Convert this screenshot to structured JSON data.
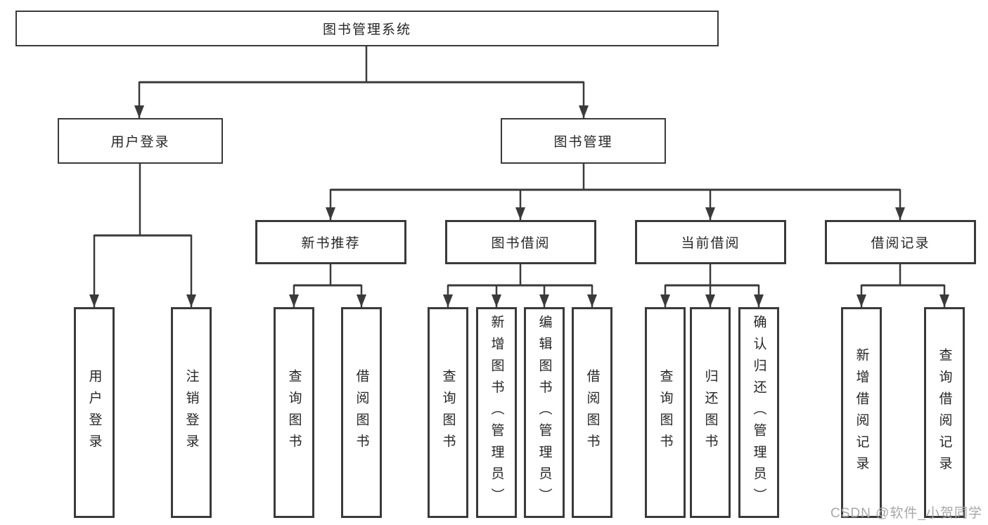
{
  "colors": {
    "line": "#3a3a3a",
    "text": "#262626",
    "background": "#ffffff",
    "watermark": "#a8a8a8"
  },
  "watermark": {
    "text": "CSDN @软件_小贺同学"
  },
  "tree": {
    "root": {
      "label": "图书管理系统"
    },
    "branches": [
      {
        "label": "用户登录",
        "children": [
          {
            "label": "用户登录"
          },
          {
            "label": "注销登录"
          }
        ]
      },
      {
        "label": "图书管理",
        "children": [
          {
            "label": "新书推荐",
            "children": [
              {
                "label": "查询图书"
              },
              {
                "label": "借阅图书"
              }
            ]
          },
          {
            "label": "图书借阅",
            "children": [
              {
                "label": "查询图书"
              },
              {
                "label": "新增图书（管理员）"
              },
              {
                "label": "编辑图书（管理员）"
              },
              {
                "label": "借阅图书"
              }
            ]
          },
          {
            "label": "当前借阅",
            "children": [
              {
                "label": "查询图书"
              },
              {
                "label": "归还图书"
              },
              {
                "label": "确认归还（管理员）"
              }
            ]
          },
          {
            "label": "借阅记录",
            "children": [
              {
                "label": "新增借阅记录"
              },
              {
                "label": "查询借阅记录"
              }
            ]
          }
        ]
      }
    ]
  }
}
